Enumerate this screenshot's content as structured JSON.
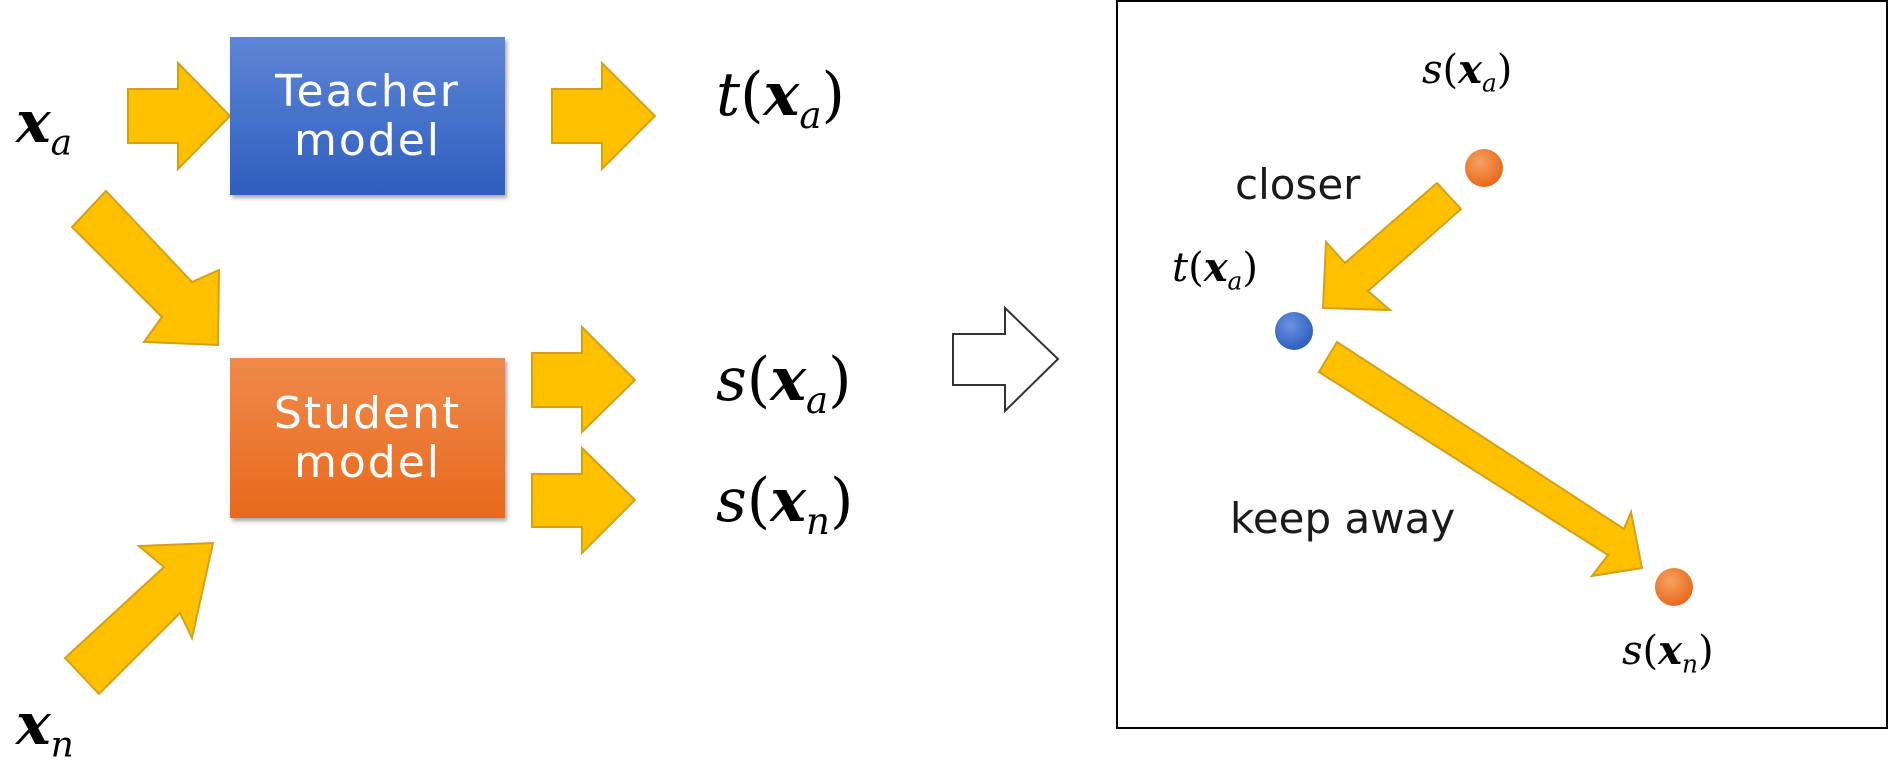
{
  "inputs": {
    "anchor": {
      "var": "x",
      "sub": "a"
    },
    "negative": {
      "var": "x",
      "sub": "n"
    }
  },
  "models": {
    "teacher": {
      "line1": "Teacher",
      "line2": "model"
    },
    "student": {
      "line1": "Student",
      "line2": "model"
    }
  },
  "outputs": {
    "teacher_anchor": {
      "fn": "t",
      "var": "x",
      "sub": "a"
    },
    "student_anchor": {
      "fn": "s",
      "var": "x",
      "sub": "a"
    },
    "student_negative": {
      "fn": "s",
      "var": "x",
      "sub": "n"
    }
  },
  "embedding_space": {
    "point_student_anchor": {
      "fn": "s",
      "var": "x",
      "sub": "a"
    },
    "point_teacher_anchor": {
      "fn": "t",
      "var": "x",
      "sub": "a"
    },
    "point_student_negative": {
      "fn": "s",
      "var": "x",
      "sub": "n"
    },
    "label_closer": "closer",
    "label_keep_away": "keep away"
  },
  "colors": {
    "arrow_fill": "#FFC000",
    "arrow_stroke": "#D4A017",
    "teacher_blue": "#4472C4",
    "student_orange": "#ED7D31",
    "point_orange": "#ED7D31",
    "point_blue": "#4472C4"
  }
}
